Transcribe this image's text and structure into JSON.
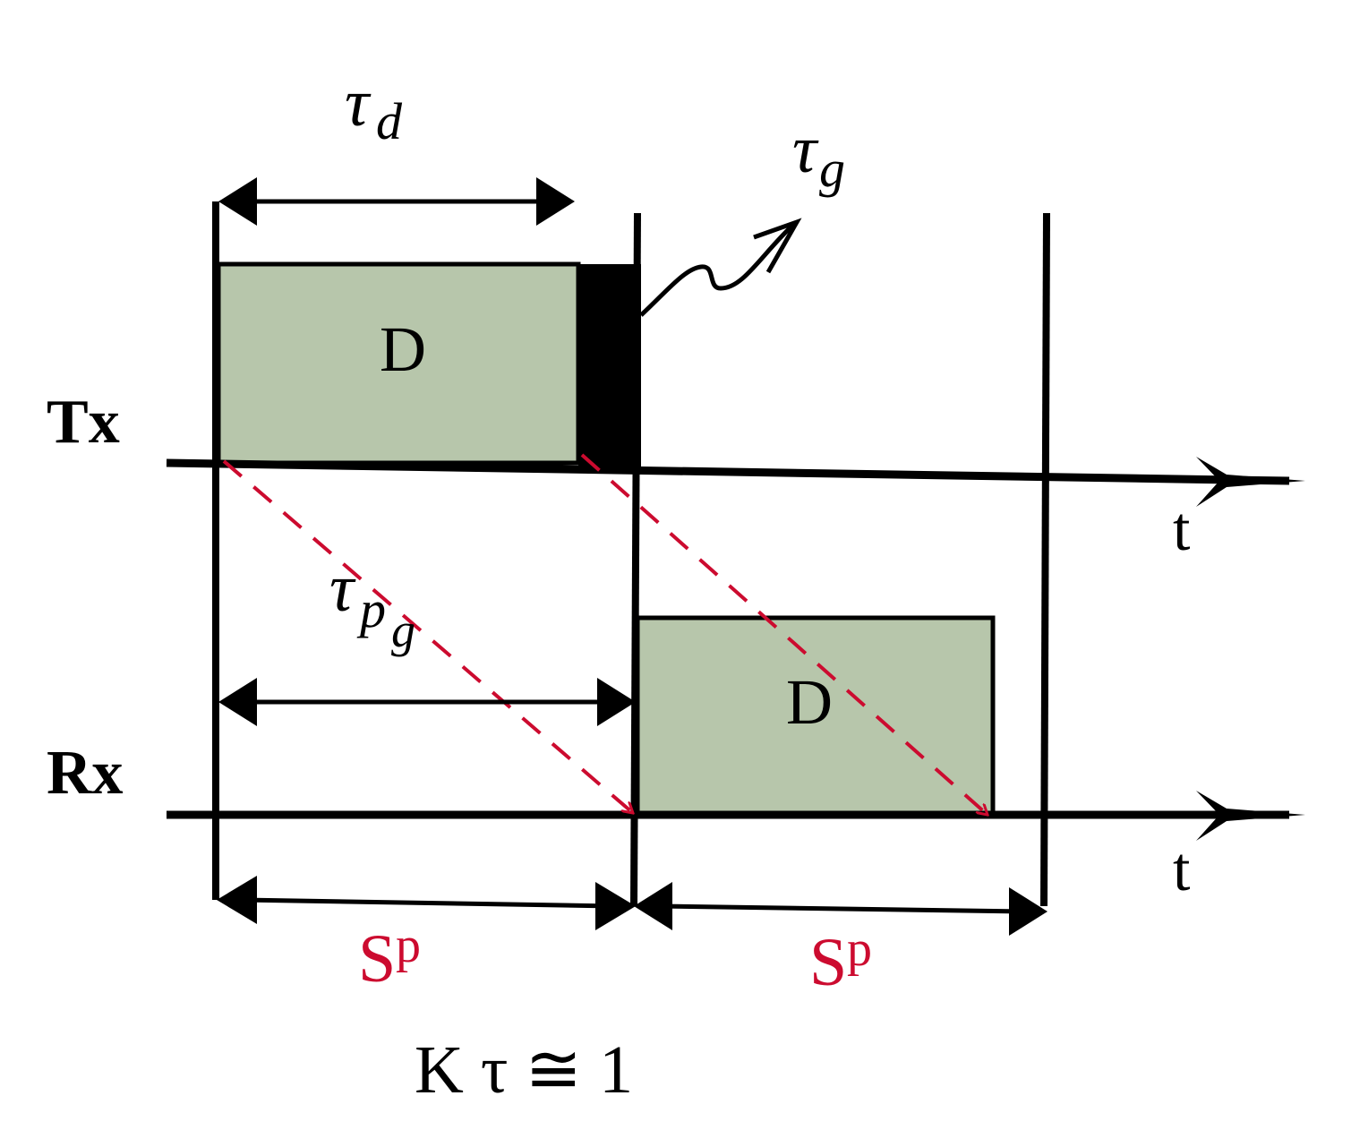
{
  "labels": {
    "tx": "Tx",
    "rx": "Rx",
    "tau": "τ",
    "tau_d_sub": "d",
    "tau_g_sub": "g",
    "tau_pg_sub": "p",
    "tau_pg_subsub": "g",
    "data_block_tx": "D",
    "data_block_rx": "D",
    "t_axis_tx": "t",
    "t_axis_rx": "t",
    "sp_left": "S",
    "sp_left_sup": "p",
    "sp_right": "S",
    "sp_right_sup": "p",
    "formula": "K τ ≅ 1"
  },
  "colors": {
    "data_fill": "#b7c6ab",
    "line": "#000000",
    "accent": "#cc0b2f",
    "guard_fill": "#000000"
  }
}
